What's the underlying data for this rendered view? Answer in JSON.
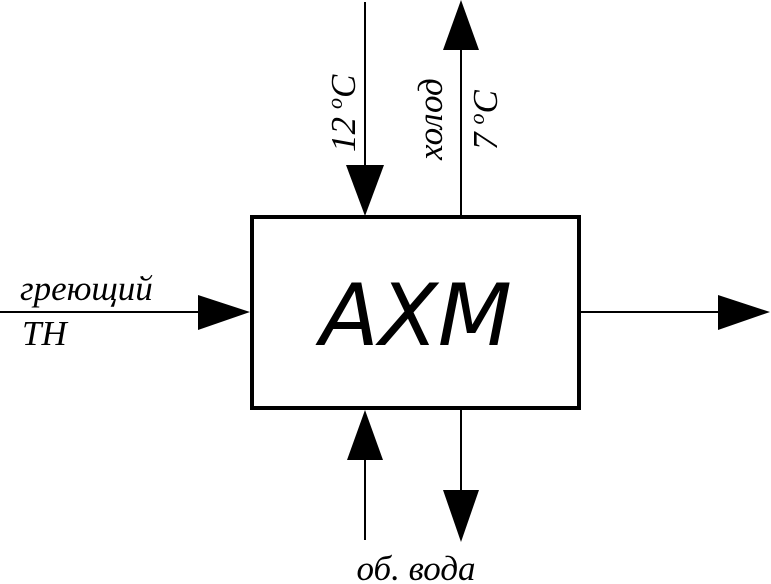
{
  "unit_block": {
    "label": "АХМ"
  },
  "inputs": {
    "left_top": "греющий",
    "left_bottom": "ТН",
    "top_in_temp_value": "12",
    "top_in_temp_degree": "o",
    "top_in_temp_unit": "С",
    "top_out_name": "холод",
    "top_out_temp_value": "7",
    "top_out_temp_degree": "o",
    "top_out_temp_unit": "С",
    "bottom": "об. вода"
  },
  "colors": {
    "stroke": "#000000",
    "background": "#ffffff"
  }
}
